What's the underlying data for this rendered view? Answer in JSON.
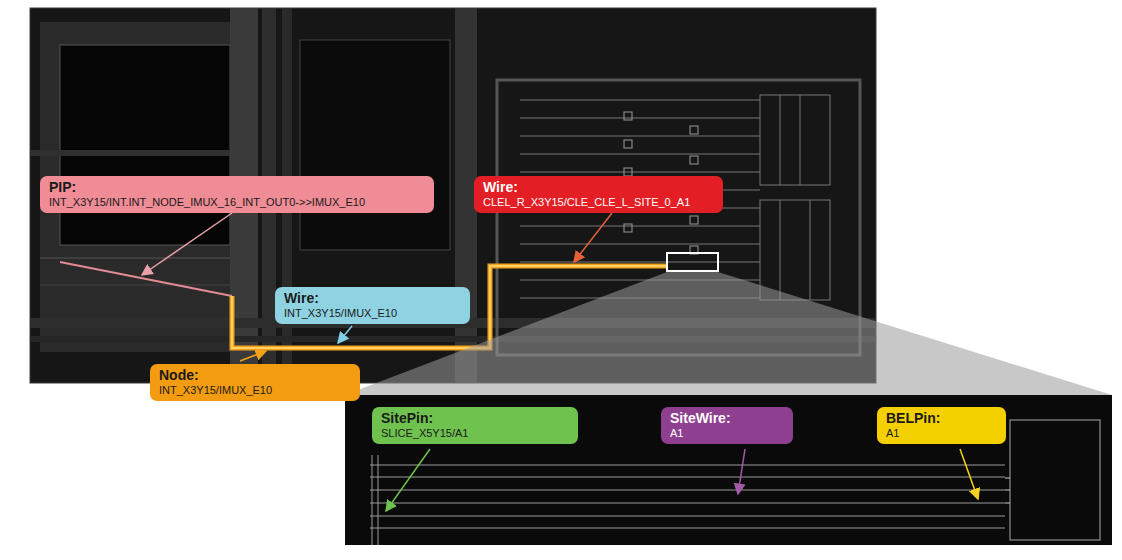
{
  "diagram": {
    "nodes": [
      {
        "text": [
          "PIP:",
          "INT_X3Y15/INT.INT_NODE_IMUX_16_INT_OUT0->>IMUX_E10"
        ]
      },
      {
        "text": [
          "Wire:",
          "CLEL_R_X3Y15/CLE_CLE_L_SITE_0_A1"
        ]
      },
      {
        "text": [
          "Wire:",
          "INT_X3Y15/IMUX_E10"
        ]
      },
      {
        "text": [
          "Node:",
          "INT_X3Y15/IMUX_E10"
        ]
      },
      {
        "text": [
          "SitePin:",
          "SLICE_X5Y15/A1"
        ]
      },
      {
        "text": [
          "SiteWire:",
          "A1"
        ]
      },
      {
        "text": [
          "BELPin:",
          "A1"
        ]
      }
    ]
  }
}
